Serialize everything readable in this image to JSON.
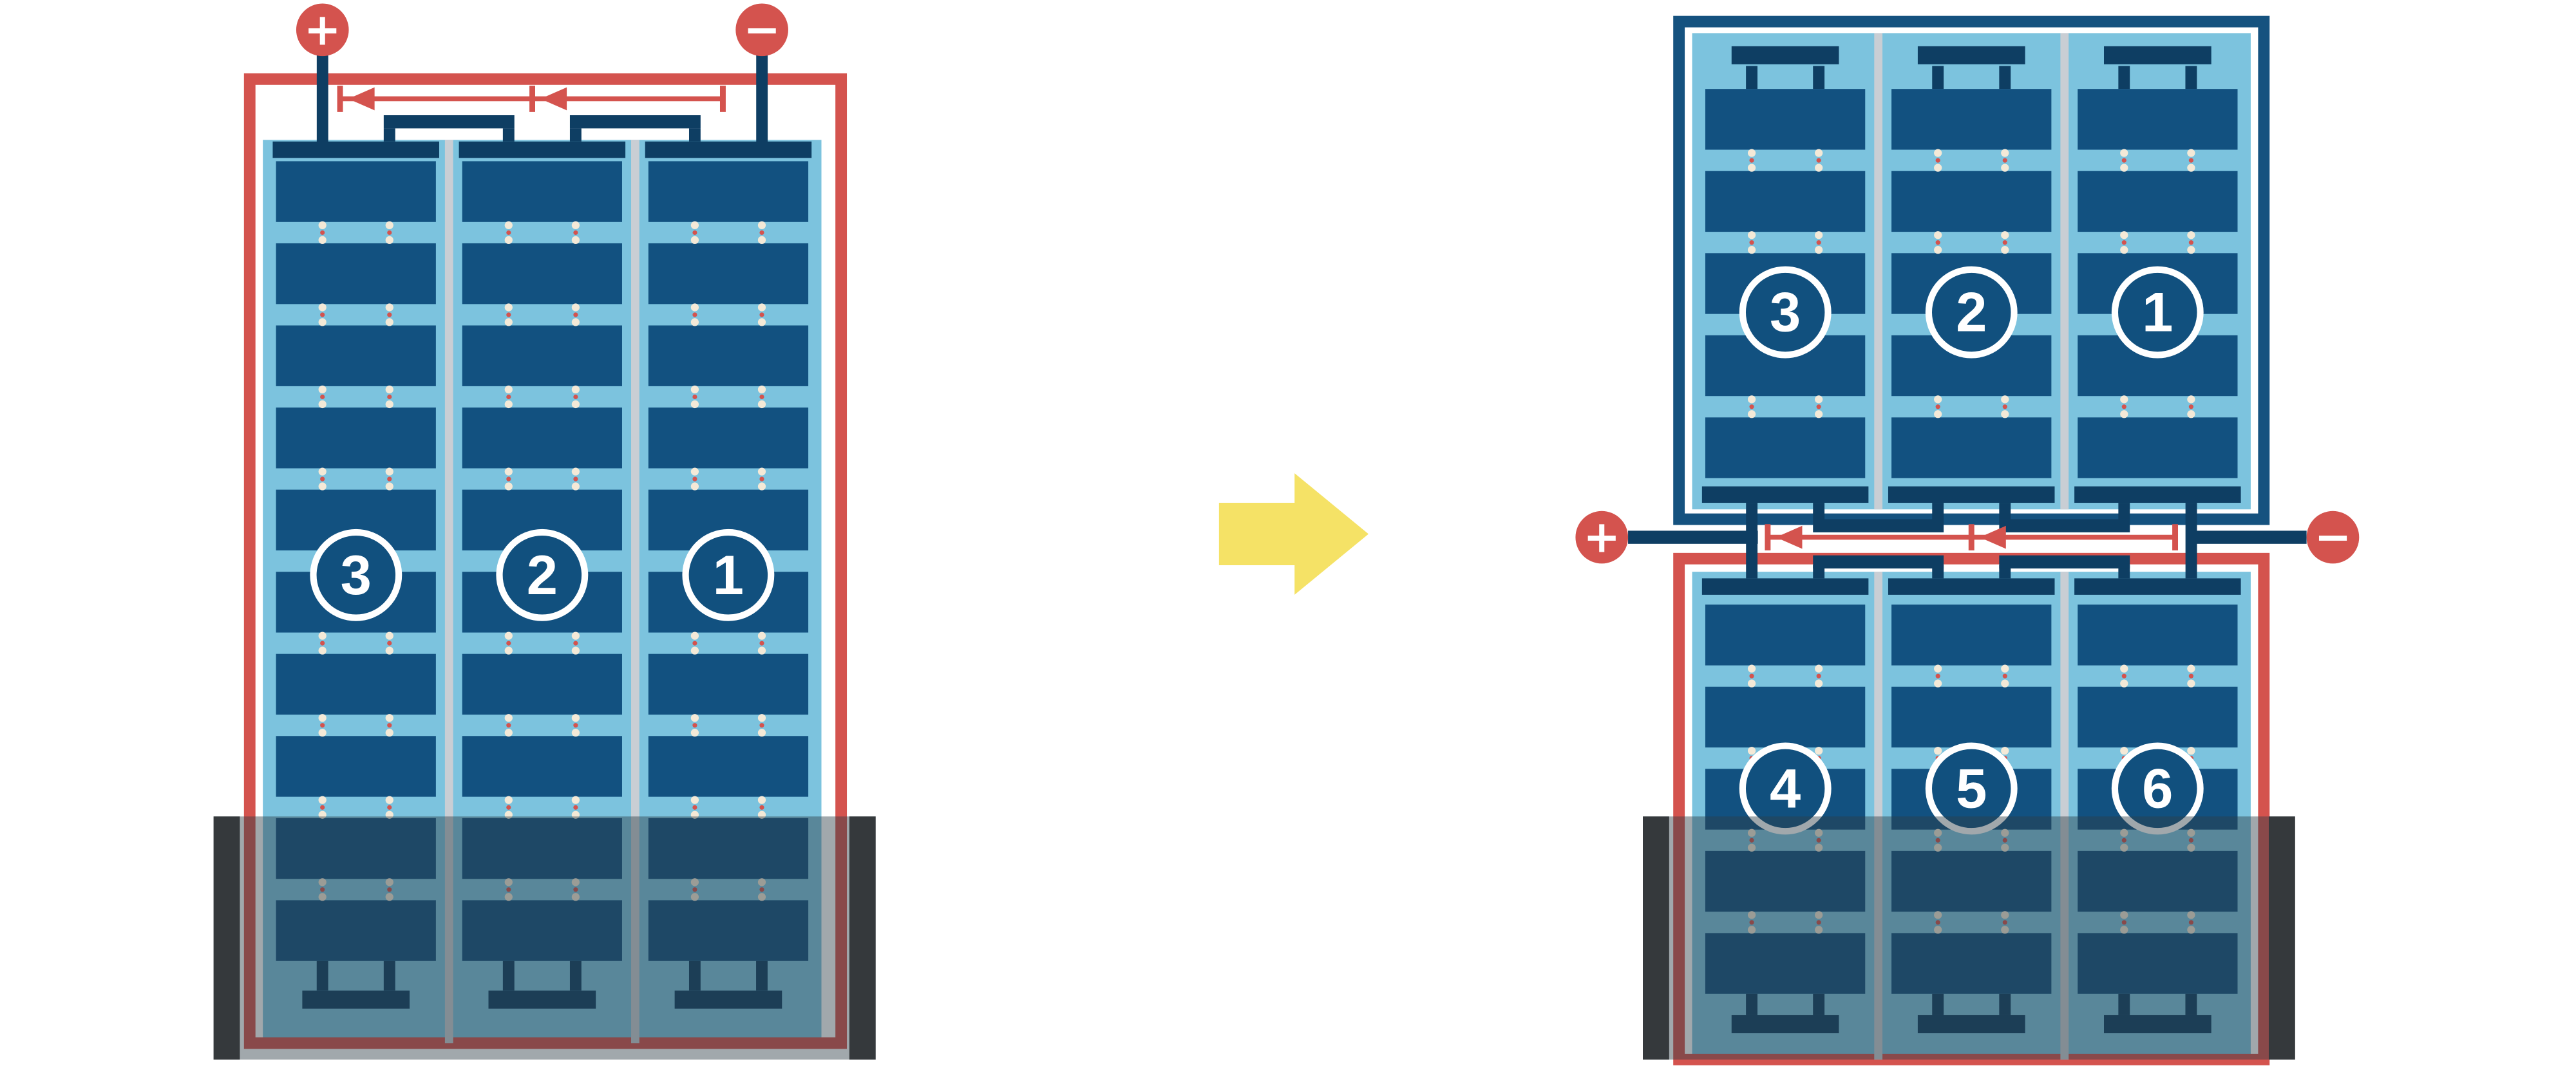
{
  "colors": {
    "red": "#D4534E",
    "deep_blue": "#15527F",
    "cell_blue": "#125180",
    "connector_blue": "#0E3E63",
    "circle_blue": "#11507E",
    "light_blue": "#7CC3DE",
    "separator_gray": "#C9CED4",
    "flood_overlay": "rgba(47,62,72,0.45)",
    "flood_bar": "#35393C",
    "arrow_yellow": "#F5E266",
    "dot_cream": "#F4E9D7",
    "dot_red": "#D4534E",
    "label_text": "#FFFFFF"
  },
  "left_diagram": {
    "terminals": {
      "plus": "+",
      "minus": "−"
    },
    "strings": [
      "3",
      "2",
      "1"
    ]
  },
  "right_diagram": {
    "terminals": {
      "plus": "+",
      "minus": "−"
    },
    "top_panel": {
      "strings": [
        "3",
        "2",
        "1"
      ]
    },
    "bottom_panel": {
      "strings": [
        "4",
        "5",
        "6"
      ]
    }
  }
}
